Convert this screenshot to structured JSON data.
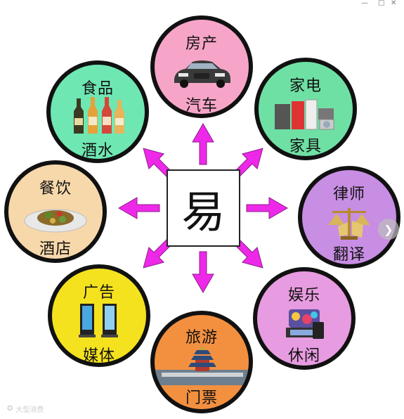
{
  "center": {
    "text": "易"
  },
  "categories": [
    {
      "id": "house-car",
      "top": "房产",
      "bottom": "汽车",
      "color": "#f6a5c8"
    },
    {
      "id": "appliances",
      "top": "家电",
      "bottom": "家具",
      "color": "#6fe0a4"
    },
    {
      "id": "lawyer",
      "top": "律师",
      "bottom": "翻译",
      "color": "#c78ee3"
    },
    {
      "id": "entertain",
      "top": "娱乐",
      "bottom": "休闲",
      "color": "#e79be0"
    },
    {
      "id": "tickets",
      "top": "旅游",
      "bottom": "门票",
      "color": "#f39040"
    },
    {
      "id": "media",
      "top": "广告",
      "bottom": "媒体",
      "color": "#f5e21f"
    },
    {
      "id": "restaurant",
      "top": "餐饮",
      "bottom": "酒店",
      "color": "#f7d8ab"
    },
    {
      "id": "food-drink",
      "top": "食品",
      "bottom": "酒水",
      "color": "#6fe7b3"
    }
  ],
  "colors": {
    "arrow": "#ee28e8",
    "arrow_outline": "#8a1f8a"
  },
  "watermark": {
    "text": "大型消费"
  },
  "icons": {
    "nav": "chevron-right-icon",
    "window": [
      "minimize-icon",
      "maximize-icon",
      "close-icon"
    ]
  }
}
